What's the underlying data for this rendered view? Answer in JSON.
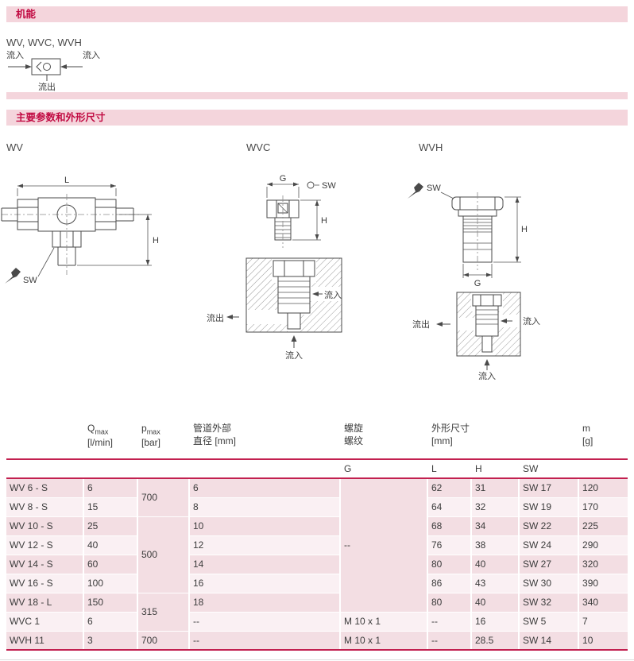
{
  "colors": {
    "accent_bar_bg": "#f4d5dc",
    "accent_text": "#c10a42",
    "rule_line": "#c2204f",
    "row_odd": "#f3dee3",
    "row_even": "#faf0f3"
  },
  "sections": {
    "function_title": "机能",
    "params_title": "主要参数和外形尺寸"
  },
  "models_line": "WV, WVC, WVH",
  "symbol": {
    "inflow_left": "流入",
    "inflow_right": "流入",
    "outflow": "流出"
  },
  "drawings": {
    "wv": {
      "label": "WV",
      "dim_l": "L",
      "dim_h": "H",
      "sw": "SW"
    },
    "wvc": {
      "label": "WVC",
      "dim_g": "G",
      "sw": "SW",
      "dim_h": "H",
      "inflow_side": "流入",
      "outflow": "流出",
      "inflow_bottom": "流入"
    },
    "wvh": {
      "label": "WVH",
      "sw": "SW",
      "dim_h": "H",
      "dim_g": "G",
      "inflow_side": "流入",
      "outflow": "流出",
      "inflow_bottom": "流入"
    }
  },
  "table": {
    "head": {
      "q": "Q",
      "q_sub": "max",
      "q_unit": "[l/min]",
      "p": "p",
      "p_sub": "max",
      "p_unit": "[bar]",
      "dia1": "管道外部",
      "dia2": "直径 [mm]",
      "thread1": "螺旋",
      "thread2": "螺纹",
      "dims1": "外形尺寸",
      "dims2": "[mm]",
      "m1": "m",
      "m2": "[g]",
      "g": "G",
      "l": "L",
      "h": "H",
      "sw": "SW"
    },
    "thread_merged": "--",
    "pmax_groups": [
      {
        "value": "700",
        "span": 2
      },
      {
        "value": "500",
        "span": 4
      },
      {
        "value": "315",
        "span": 2
      },
      {
        "value": "700",
        "span": 1
      }
    ],
    "rows": [
      {
        "model": "WV 6 - S",
        "qmax": "6",
        "dia": "6",
        "L": "62",
        "H": "31",
        "SW": "SW 17",
        "m": "120"
      },
      {
        "model": "WV 8 - S",
        "qmax": "15",
        "dia": "8",
        "L": "64",
        "H": "32",
        "SW": "SW 19",
        "m": "170"
      },
      {
        "model": "WV 10 - S",
        "qmax": "25",
        "dia": "10",
        "L": "68",
        "H": "34",
        "SW": "SW 22",
        "m": "225"
      },
      {
        "model": "WV 12 - S",
        "qmax": "40",
        "dia": "12",
        "L": "76",
        "H": "38",
        "SW": "SW 24",
        "m": "290"
      },
      {
        "model": "WV 14 - S",
        "qmax": "60",
        "dia": "14",
        "L": "80",
        "H": "40",
        "SW": "SW 27",
        "m": "320"
      },
      {
        "model": "WV 16 - S",
        "qmax": "100",
        "dia": "16",
        "L": "86",
        "H": "43",
        "SW": "SW 30",
        "m": "390"
      },
      {
        "model": "WV 18 - L",
        "qmax": "150",
        "dia": "18",
        "L": "80",
        "H": "40",
        "SW": "SW 32",
        "m": "340"
      },
      {
        "model": "WVC 1",
        "qmax": "6",
        "dia": "--",
        "thread": "M 10 x 1",
        "L": "--",
        "H": "16",
        "SW": "SW 5",
        "m": "7"
      },
      {
        "model": "WVH 11",
        "qmax": "3",
        "dia": "--",
        "thread": "M 10 x 1",
        "L": "--",
        "H": "28.5",
        "SW": "SW 14",
        "m": "10"
      }
    ]
  }
}
